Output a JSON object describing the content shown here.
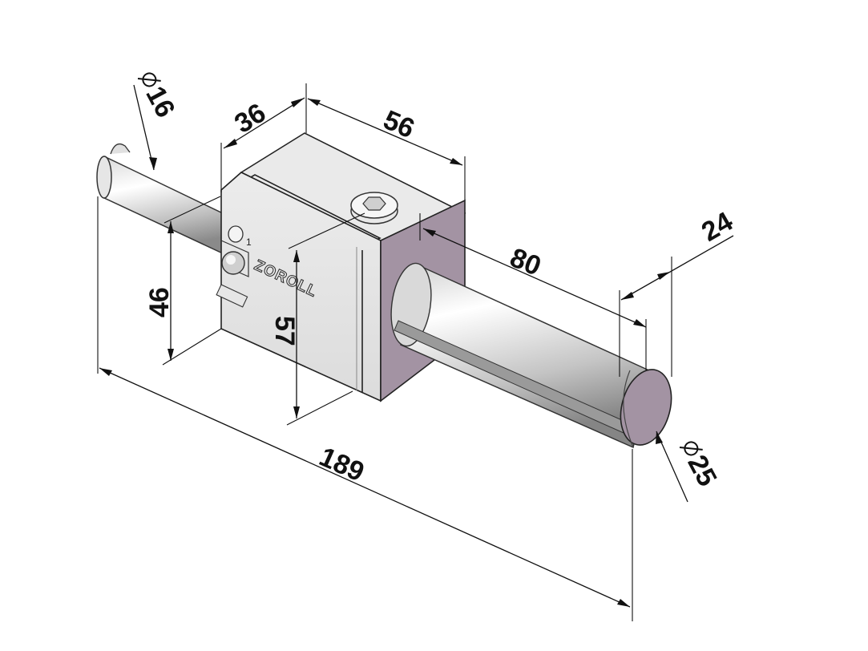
{
  "drawing": {
    "brand_label": "ZOROLL",
    "position_mark": "1",
    "dimensions": {
      "dia_small_shaft": "16",
      "block_depth": "36",
      "block_width": "56",
      "overall_length": "189",
      "shaft_length": "80",
      "shaft_end": "24",
      "dia_large_shaft": "25",
      "height_small": "46",
      "height_block": "57"
    }
  }
}
